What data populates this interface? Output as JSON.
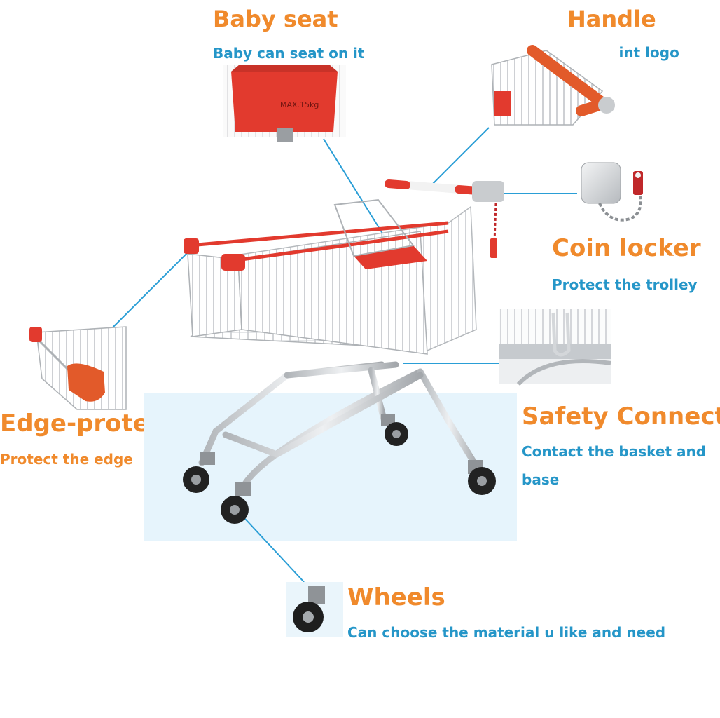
{
  "colors": {
    "title": "#F08A2C",
    "subtitle": "#2596C8",
    "leader": "#2A9ED6",
    "red": "#E23A2E",
    "wire": "#B9BDC2",
    "highlight": "#E6F4FC"
  },
  "features": {
    "baby_seat": {
      "title": "Baby seat",
      "desc": "Baby can seat on it"
    },
    "handle": {
      "title": "Handle",
      "desc": "Can print logo"
    },
    "coin_locker": {
      "title": "Coin locker",
      "desc": "Protect the trolley"
    },
    "edge_protector": {
      "title": "Edge-protector",
      "desc": "Protect the edge"
    },
    "safety_connect": {
      "title": "Safety Connect",
      "desc_line1": "Contact the basket and",
      "desc_line2": "base"
    },
    "wheels": {
      "title": "Wheels",
      "desc": "Can choose the material u like and need"
    }
  },
  "seat_marking": "MAX.15kg"
}
